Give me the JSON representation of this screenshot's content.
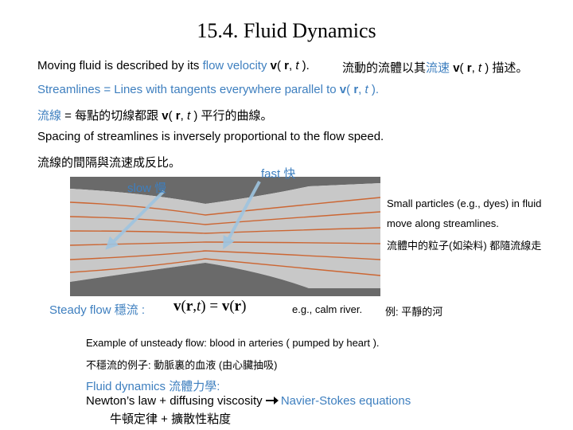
{
  "title": "15.4. Fluid Dynamics",
  "line1": {
    "en_prefix": "Moving fluid is described by its ",
    "en_hl": "flow velocity",
    "en_space": " ",
    "en_v": "v",
    "en_open": "( ",
    "en_r": "r",
    "en_comma": ", ",
    "en_t": "t",
    "en_close": " ).",
    "zh_prefix": "流動的流體以其",
    "zh_hl": "流速",
    "zh_space": " ",
    "zh_v": "v",
    "zh_open": "( ",
    "zh_r": "r",
    "zh_comma": ", ",
    "zh_t": "t",
    "zh_close": " ) 描述。"
  },
  "line2": {
    "prefix": "Streamlines = Lines with tangents everywhere parallel to ",
    "v": "v",
    "open": "( ",
    "r": "r",
    "comma": ", ",
    "t": "t",
    "close": " )."
  },
  "line3": {
    "hl": "流線",
    "prefix": " = 每點的切線都跟 ",
    "v": "v",
    "open": "( ",
    "r": "r",
    "comma": ", ",
    "t": "t",
    "close": " ) 平行的曲線。"
  },
  "line4": "Spacing of streamlines is inversely proportional to the flow speed.",
  "line5": "流線的間隔與流速成反比。",
  "figure": {
    "slow_label": "slow  慢",
    "fast_label": "fast  快",
    "colors": {
      "fluid": "#c8c8c8",
      "wall": "#6a6a6a",
      "streamline": "#cc6633",
      "arrow": "#9ec4e0"
    }
  },
  "particles": {
    "en1": "Small particles (e.g., dyes)  in fluid",
    "en2": "move along streamlines.",
    "zh": "流體中的粒子(如染料) 都隨流線走"
  },
  "steady": {
    "label_en": "Steady flow  ",
    "label_zh": "穩流",
    "colon": " :",
    "eq_v1": "v",
    "eq_open1": "(",
    "eq_r1": "r",
    "eq_comma": ",",
    "eq_t": "t",
    "eq_close1": ")",
    "eq_equals": " = ",
    "eq_v2": "v",
    "eq_open2": "(",
    "eq_r2": "r",
    "eq_close2": ")",
    "example_en": "e.g.,  calm river.",
    "example_zh": "例:  平靜的河"
  },
  "unsteady": {
    "en": "Example of unsteady flow:  blood in arteries ( pumped by heart ).",
    "zh": "不穩流的例子:  動脈裏的血液 (由心臟抽吸)"
  },
  "dynamics": {
    "heading_en": "Fluid dynamics  ",
    "heading_zh": "流體力學",
    "heading_colon": ":",
    "newton": "Newton’s law + diffusing viscosity ",
    "ns": "Navier-Stokes equations",
    "zh": "牛頓定律 + 擴散性粘度"
  }
}
